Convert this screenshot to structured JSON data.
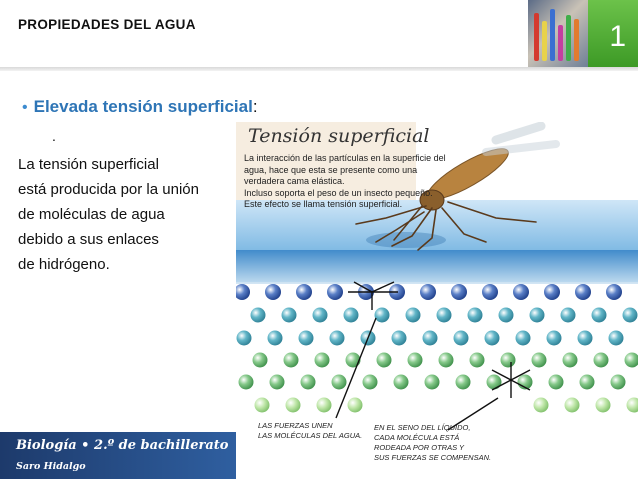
{
  "header": {
    "title": "PROPIEDADES DEL AGUA",
    "slide_number": "1"
  },
  "content": {
    "bullet_highlight": "Elevada tensión superficial",
    "bullet_suffix": ":",
    "small_dot": ".",
    "lines": [
      "La  tensión superficial",
      "está producida por la unión",
      "de moléculas de agua",
      "debido a sus enlaces",
      "de hidrógeno."
    ]
  },
  "figure": {
    "title": "Tensión superficial",
    "caption": [
      "La interacción de las partículas en la superficie del",
      "agua, hace que esta se presente como una",
      "verdadera cama elástica.",
      "Incluso soporta el peso de un insecto pequeño.",
      "Este efecto se llama tensión superficial."
    ],
    "label_left": [
      "LAS FUERZAS UNEN",
      "LAS MOLÉCULAS DEL AGUA."
    ],
    "label_right": [
      "EN EL SENO DEL LÍQUIDO,",
      "CADA MOLÉCULA ESTÁ",
      "RODEADA POR OTRAS Y",
      "SUS FUERZAS SE COMPENSAN."
    ]
  },
  "footer": {
    "line1": "Biología • 2.º de bachillerato",
    "line2": "Saro Hidalgo"
  },
  "colors": {
    "accent_green": "#4caf2f",
    "bullet_blue": "#2e75b6",
    "footer_blue": "#244a85"
  }
}
